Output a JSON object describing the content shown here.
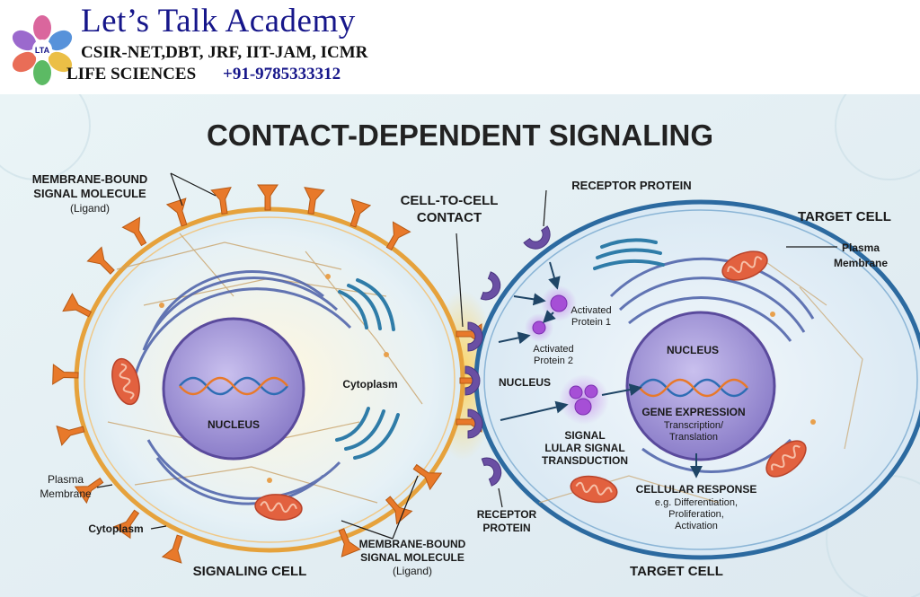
{
  "header": {
    "brand_name": "Let’s Talk Academy",
    "exams": "CSIR-NET,DBT, JRF, IIT-JAM, ICMR",
    "subject": "LIFE SCIENCES",
    "phone": "+91-9785333312"
  },
  "diagram": {
    "title": "CONTACT-DEPENDENT SIGNALING",
    "labels": {
      "ligand_top_1": "MEMBRANE-BOUND",
      "ligand_top_2": "SIGNAL MOLECULE",
      "ligand_top_3": "(Ligand)",
      "ligand_bottom_1": "MEMBRANE-BOUND",
      "ligand_bottom_2": "SIGNAL MOLECULE",
      "ligand_bottom_3": "(Ligand)",
      "contact_1": "CELL-TO-CELL",
      "contact_2": "CONTACT",
      "receptor_top": "RECEPTOR PROTEIN",
      "receptor_bottom_1": "RECEPTOR",
      "receptor_bottom_2": "PROTEIN",
      "target_cell_top": "TARGET CELL",
      "target_cell_bottom": "TARGET CELL",
      "signaling_cell": "SIGNALING CELL",
      "plasma_left_1": "Plasma",
      "plasma_left_2": "Membrane",
      "plasma_right_1": "Plasma",
      "plasma_right_2": "Membrane",
      "cytoplasm_left": "Cytoplasm",
      "cytoplasm_middle": "Cytoplasm",
      "nucleus_left": "NUCLEUS",
      "nucleus_middle": "NUCLEUS",
      "nucleus_right": "NUCLEUS",
      "activated_1_a": "Activated",
      "activated_1_b": "Protein 1",
      "activated_2_a": "Activated",
      "activated_2_b": "Protein 2",
      "transduction_1": "SIGNAL",
      "transduction_2": "LULAR SIGNAL",
      "transduction_3": "TRANSDUCTION",
      "gene_expression": "GENE EXPRESSION",
      "transcription": "Transcription/",
      "translation": "Translation",
      "response_1": "CELLULAR RESPONSE",
      "response_2": "e.g. Differentiation,",
      "response_3": "Proliferation,",
      "response_4": "Activation"
    },
    "colors": {
      "ligand": "#e8792a",
      "receptor": "#6a4fa3",
      "nucleus": "#8f7fcf",
      "membrane_left": "#e6a23c",
      "membrane_right": "#2c6aa0",
      "mitochondria": "#d9573a",
      "activated_protein": "#a64fd6",
      "title_text": "#222222",
      "brand_blue": "#16168a"
    }
  }
}
